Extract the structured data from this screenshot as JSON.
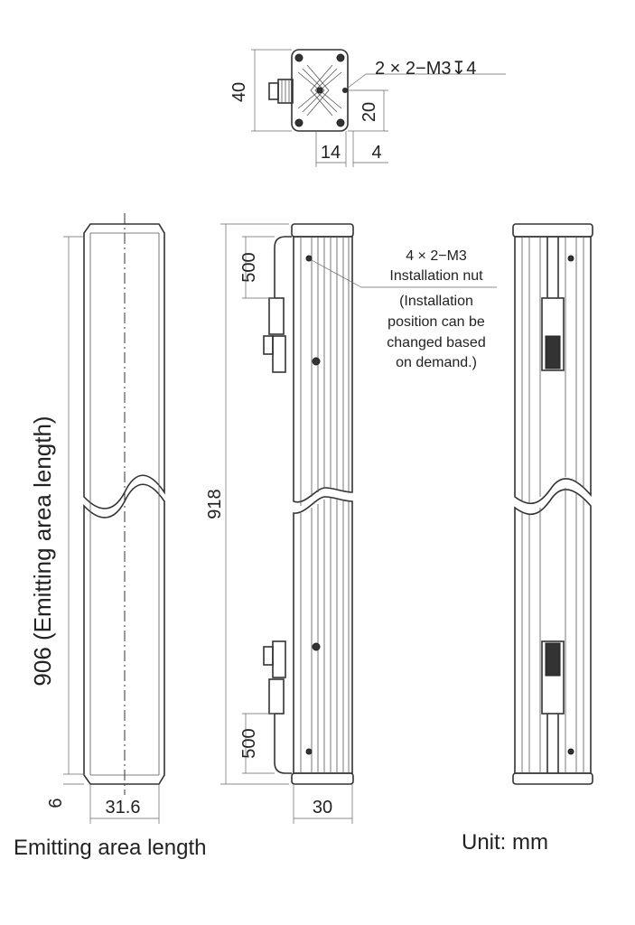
{
  "top_view": {
    "label_thread": "2 × 2−M3",
    "label_depth_symbol": "↧",
    "label_depth": "4",
    "dim_height": "40",
    "dim_hole_offset": "20",
    "dim_width_left": "14",
    "dim_width_right": "4"
  },
  "left_view": {
    "dim_length": "906 (Emitting area length)",
    "dim_width": "31.6",
    "dim_end": "6",
    "caption": "Emitting area length"
  },
  "side_view": {
    "dim_total": "918",
    "dim_top_offset": "500",
    "dim_bottom_offset": "500",
    "dim_depth": "30",
    "note_title": "4 × 2−M3",
    "note_subtitle": "Installation nut",
    "note_lines": [
      "(Installation",
      "position can be",
      "changed based",
      "on demand.)"
    ]
  },
  "unit_label": "Unit: mm"
}
